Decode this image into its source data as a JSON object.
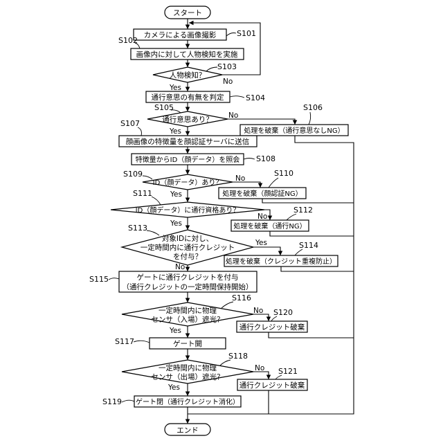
{
  "terminals": {
    "start": "スタート",
    "end": "エンド"
  },
  "branch_labels": {
    "yes": "Yes",
    "no": "No"
  },
  "steps": {
    "s101": {
      "id": "S101",
      "text": "カメラによる画像撮影"
    },
    "s102": {
      "id": "S102",
      "text": "画像内に対して人物検知を実施"
    },
    "s103": {
      "id": "S103",
      "text": "人物検知？"
    },
    "s104": {
      "id": "S104",
      "text": "通行意思の有無を判定"
    },
    "s105": {
      "id": "S105",
      "text": "通行意思あり？"
    },
    "s106": {
      "id": "S106",
      "text": "処理を破棄（通行意思なしNG）"
    },
    "s107": {
      "id": "S107",
      "text": "顔画像の特徴量を顔認証サーバに送信"
    },
    "s108": {
      "id": "S108",
      "text": "特徴量からID（顔データ）を照会"
    },
    "s109": {
      "id": "S109",
      "text": "ID（顔データ）あり？"
    },
    "s110": {
      "id": "S110",
      "text": "処理を破棄（顔認証NG）"
    },
    "s111": {
      "id": "S111",
      "text": "ID（顔データ）に通行資格あり？"
    },
    "s112": {
      "id": "S112",
      "text": "処理を破棄（通行NG）"
    },
    "s113": {
      "id": "S113",
      "lines": [
        "対象IDに対し、",
        "一定時間内に通行クレジット",
        "を付与？"
      ]
    },
    "s114": {
      "id": "S114",
      "text": "処理を破棄（クレジット重複防止）"
    },
    "s115": {
      "id": "S115",
      "lines": [
        "ゲートに通行クレジットを付与",
        "（通行クレジットの一定時間保持開始）"
      ]
    },
    "s116": {
      "id": "S116",
      "lines": [
        "一定時間内に物理",
        "センサ（入場）遮光？"
      ]
    },
    "s117": {
      "id": "S117",
      "text": "ゲート開"
    },
    "s118": {
      "id": "S118",
      "lines": [
        "一定時間内に物理",
        "センサ（出場）遮光？"
      ]
    },
    "s119": {
      "id": "S119",
      "text": "ゲート閉（通行クレジット消化）"
    },
    "s120": {
      "id": "S120",
      "text": "通行クレジット破棄"
    },
    "s121": {
      "id": "S121",
      "text": "通行クレジット破棄"
    }
  }
}
